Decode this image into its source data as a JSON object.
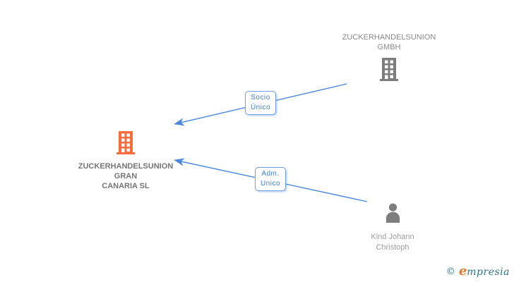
{
  "canvas": {
    "background": "#ffffff"
  },
  "nodes": {
    "parent_company": {
      "name": "ZUCKERHANDELSUNION GMBH",
      "line1": "ZUCKERHANDELSUNION",
      "line2": "GMBH",
      "icon": "building-icon",
      "icon_color": "#7d7d7d",
      "text_color": "#8a8a8a"
    },
    "focus_company": {
      "name": "ZUCKERHANDELSUNION GRAN CANARIA SL",
      "line1": "ZUCKERHANDELSUNION",
      "line2": "GRAN",
      "line3": "CANARIA SL",
      "icon": "building-icon",
      "icon_color": "#f96c3d",
      "text_color": "#757575"
    },
    "person": {
      "name": "Kind Johann Christoph",
      "line1": "Kind Johann",
      "line2": "Christoph",
      "icon": "person-icon",
      "icon_color": "#7d7d7d",
      "text_color": "#9e9e9e"
    }
  },
  "relations": [
    {
      "from": "ZUCKERHANDELSUNION GMBH",
      "to": "ZUCKERHANDELSUNION GRAN CANARIA SL",
      "label": "Socio Único",
      "line1": "Socio",
      "line2": "Único"
    },
    {
      "from": "Kind Johann Christoph",
      "to": "ZUCKERHANDELSUNION GRAN CANARIA SL",
      "label": "Adm. Unico",
      "line1": "Adm.",
      "line2": "Unico"
    }
  ],
  "colors": {
    "arrow_blue": "#4c86dd",
    "label_text_blue": "#3d7fd9",
    "label_border_blue": "#6fa0e2",
    "focus_orange": "#f96c3d",
    "entity_gray": "#7d7d7d"
  },
  "footer": {
    "copyright": "©",
    "logo_first_letter": "e",
    "logo_rest": "mpresia",
    "logo_orange": "#e8792a",
    "logo_teal": "#2a7389"
  }
}
